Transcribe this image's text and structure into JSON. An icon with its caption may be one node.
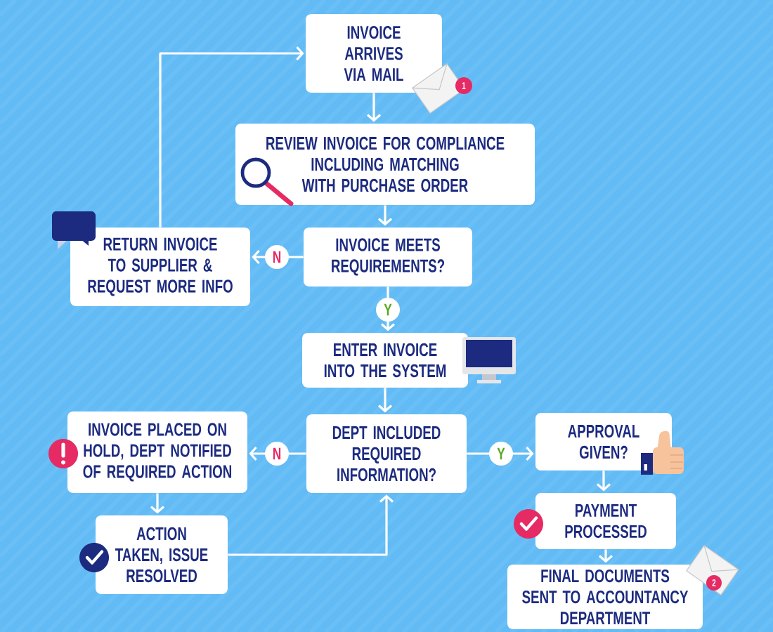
{
  "diagram": {
    "nodes": [
      {
        "text": [
          "INVOICE ARRIVES VIA MAIL"
        ]
      },
      {
        "text": [
          "REVIEW INVOICE FOR COMPLIANCE INCLUDING MATCHING WITH PURCHASE ORDER"
        ]
      },
      {
        "text": [
          "INVOICE MEETS REQUIREMENTS?"
        ]
      },
      {
        "text": [
          "RETURN INVOICE TO SUPPLIER & REQUEST MORE INFO"
        ]
      },
      {
        "text": [
          "ENTER INVOICE INTO THE SYSTEM"
        ]
      },
      {
        "text": [
          "DEPT INCLUDED REQUIRED INFORMATION?"
        ]
      },
      {
        "text": [
          "INVOICE PLACED ON HOLD, DEPT NOTIFIED OF REQUIRED ACTION"
        ]
      },
      {
        "text": [
          "ACTION TAKEN, ISSUE RESOLVED"
        ]
      },
      {
        "text": [
          "APPROVAL GIVEN?"
        ]
      },
      {
        "text": [
          "PAYMENT PROCESSED"
        ]
      },
      {
        "text": [
          "FINAL DOCUMENTS SENT TO ACCOUNTANCY DEPARTMENT"
        ]
      }
    ],
    "edges": [
      {
        "from": 0,
        "to": 1,
        "arrow": "to"
      },
      {
        "from": 1,
        "to": 2,
        "arrow": "to"
      },
      {
        "from": 2,
        "to": 3,
        "arrow": "to",
        "label": "N"
      },
      {
        "from": 3,
        "to": 0,
        "arrow": "to"
      },
      {
        "from": 2,
        "to": 4,
        "arrow": "to",
        "label": "Y"
      },
      {
        "from": 4,
        "to": 5,
        "arrow": "to"
      },
      {
        "from": 5,
        "to": 6,
        "arrow": "to",
        "label": "N"
      },
      {
        "from": 6,
        "to": 7,
        "arrow": "to"
      },
      {
        "from": 7,
        "to": 5,
        "arrow": "to"
      },
      {
        "from": 5,
        "to": 8,
        "arrow": "to",
        "label": "Y"
      },
      {
        "from": 8,
        "to": 9,
        "arrow": "to"
      },
      {
        "from": 9,
        "to": 10,
        "arrow": "to"
      }
    ],
    "labels": [
      "1",
      "2"
    ]
  }
}
